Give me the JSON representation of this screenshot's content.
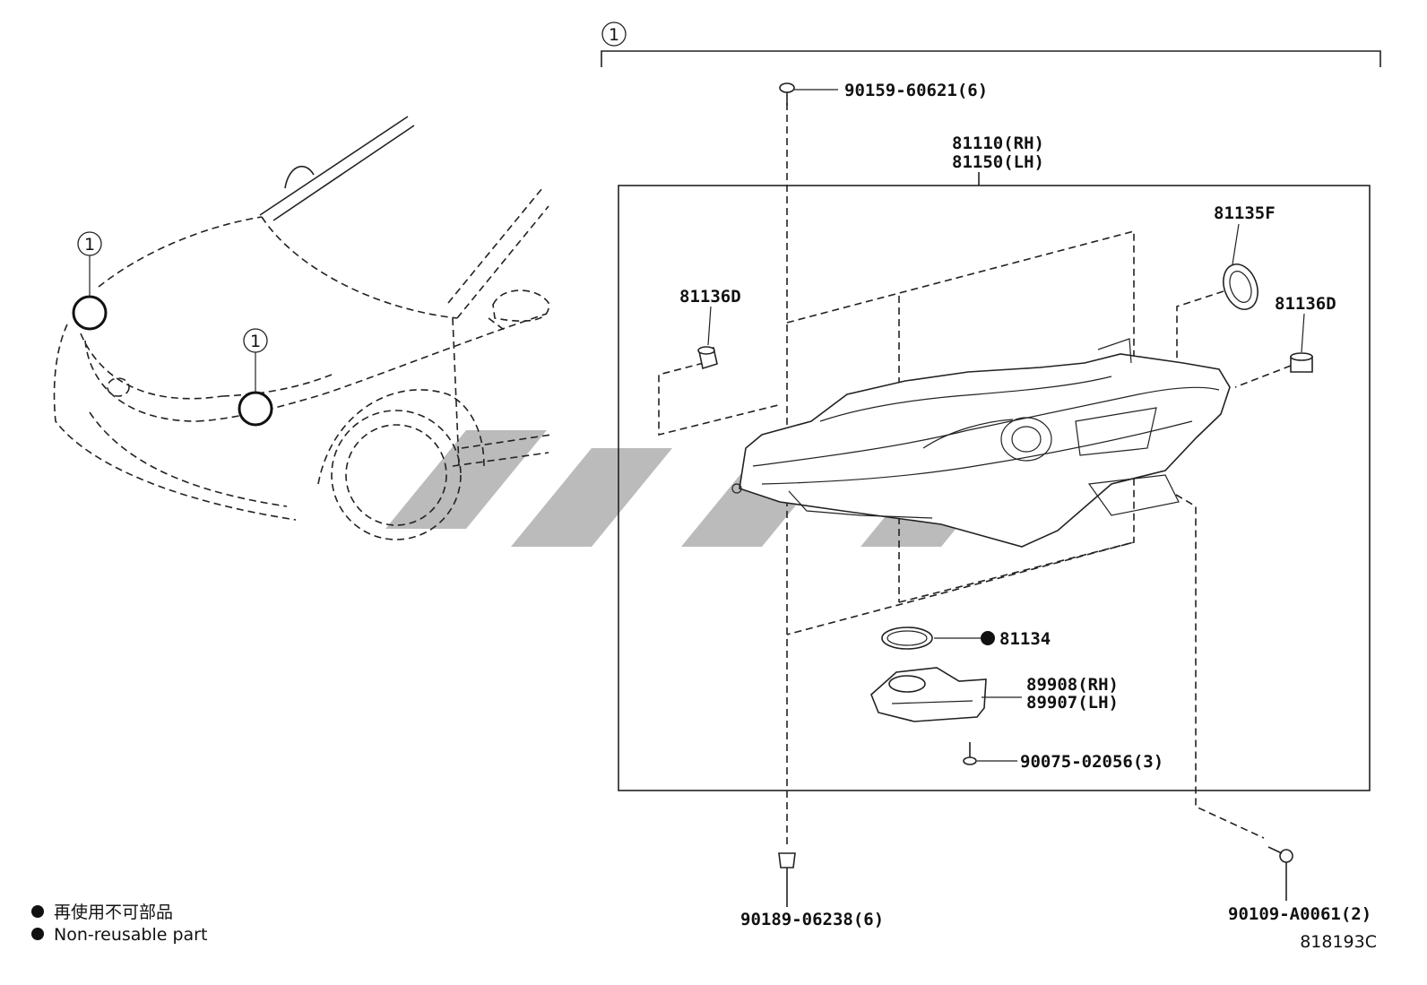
{
  "callout_marker": "1",
  "parts": {
    "bolt_top": "90159-60621(6)",
    "headlamp_rh": "81110(RH)",
    "headlamp_lh": "81150(LH)",
    "cap_right": "81135F",
    "cushion_left": "81136D",
    "cushion_right": "81136D",
    "gasket": "81134",
    "computer_rh": "89908(RH)",
    "computer_lh": "89907(LH)",
    "screw": "90075-02056(3)",
    "clip_bottom": "90189-06238(6)",
    "bolt_bottom": "90109-A0061(2)"
  },
  "legend": {
    "japanese": "再使用不可部品",
    "english": "Non-reusable part"
  },
  "diagram_code": "818193C",
  "colors": {
    "line": "#222222",
    "watermark": "#b4b4b4",
    "background": "#ffffff"
  }
}
